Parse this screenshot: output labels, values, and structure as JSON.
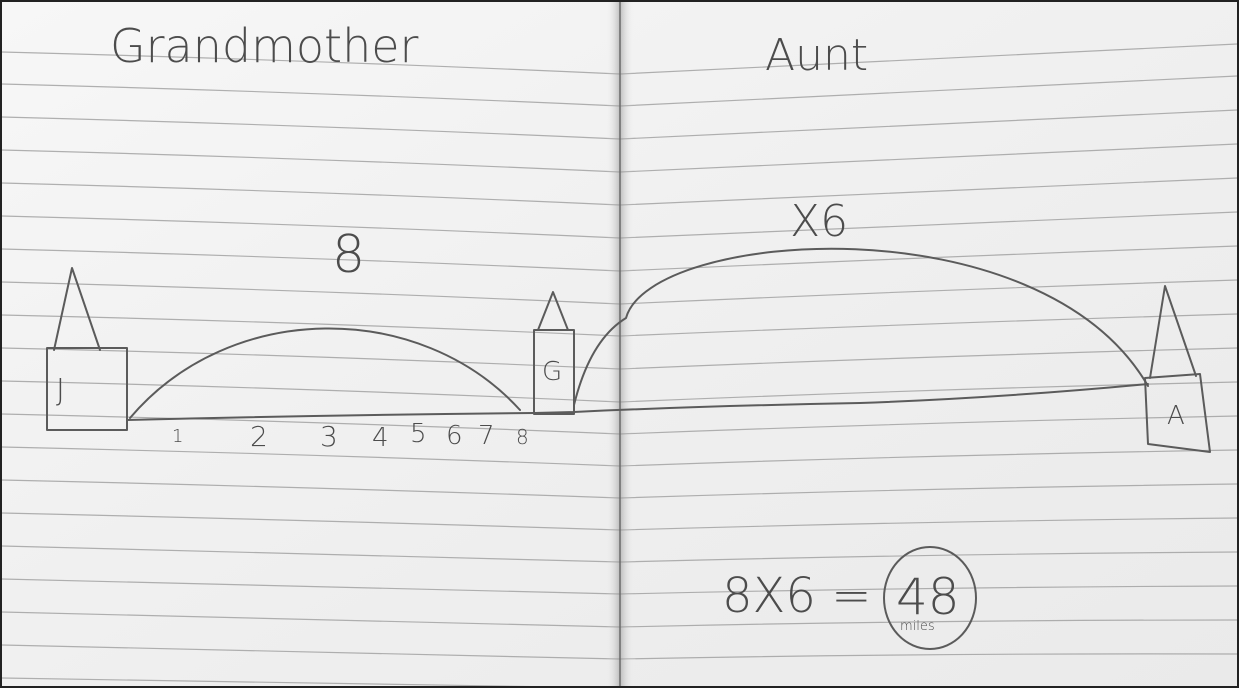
{
  "notebook": {
    "left_page": {
      "heading": "Grandmother",
      "arc_label": "8",
      "start_label": "J",
      "end_label": "G",
      "ticks": [
        "1",
        "2",
        "3",
        "4",
        "5",
        "6",
        "7",
        "8"
      ]
    },
    "right_page": {
      "heading": "Aunt",
      "arc_label": "X6",
      "end_label": "A",
      "equation": "8X6 =",
      "answer": "48",
      "answer_unit": "miles"
    }
  },
  "colors": {
    "paper": "#f3f3f3",
    "rule_line": "#9a9a9a",
    "pencil": "#5b5b5b",
    "frame": "#222222"
  }
}
